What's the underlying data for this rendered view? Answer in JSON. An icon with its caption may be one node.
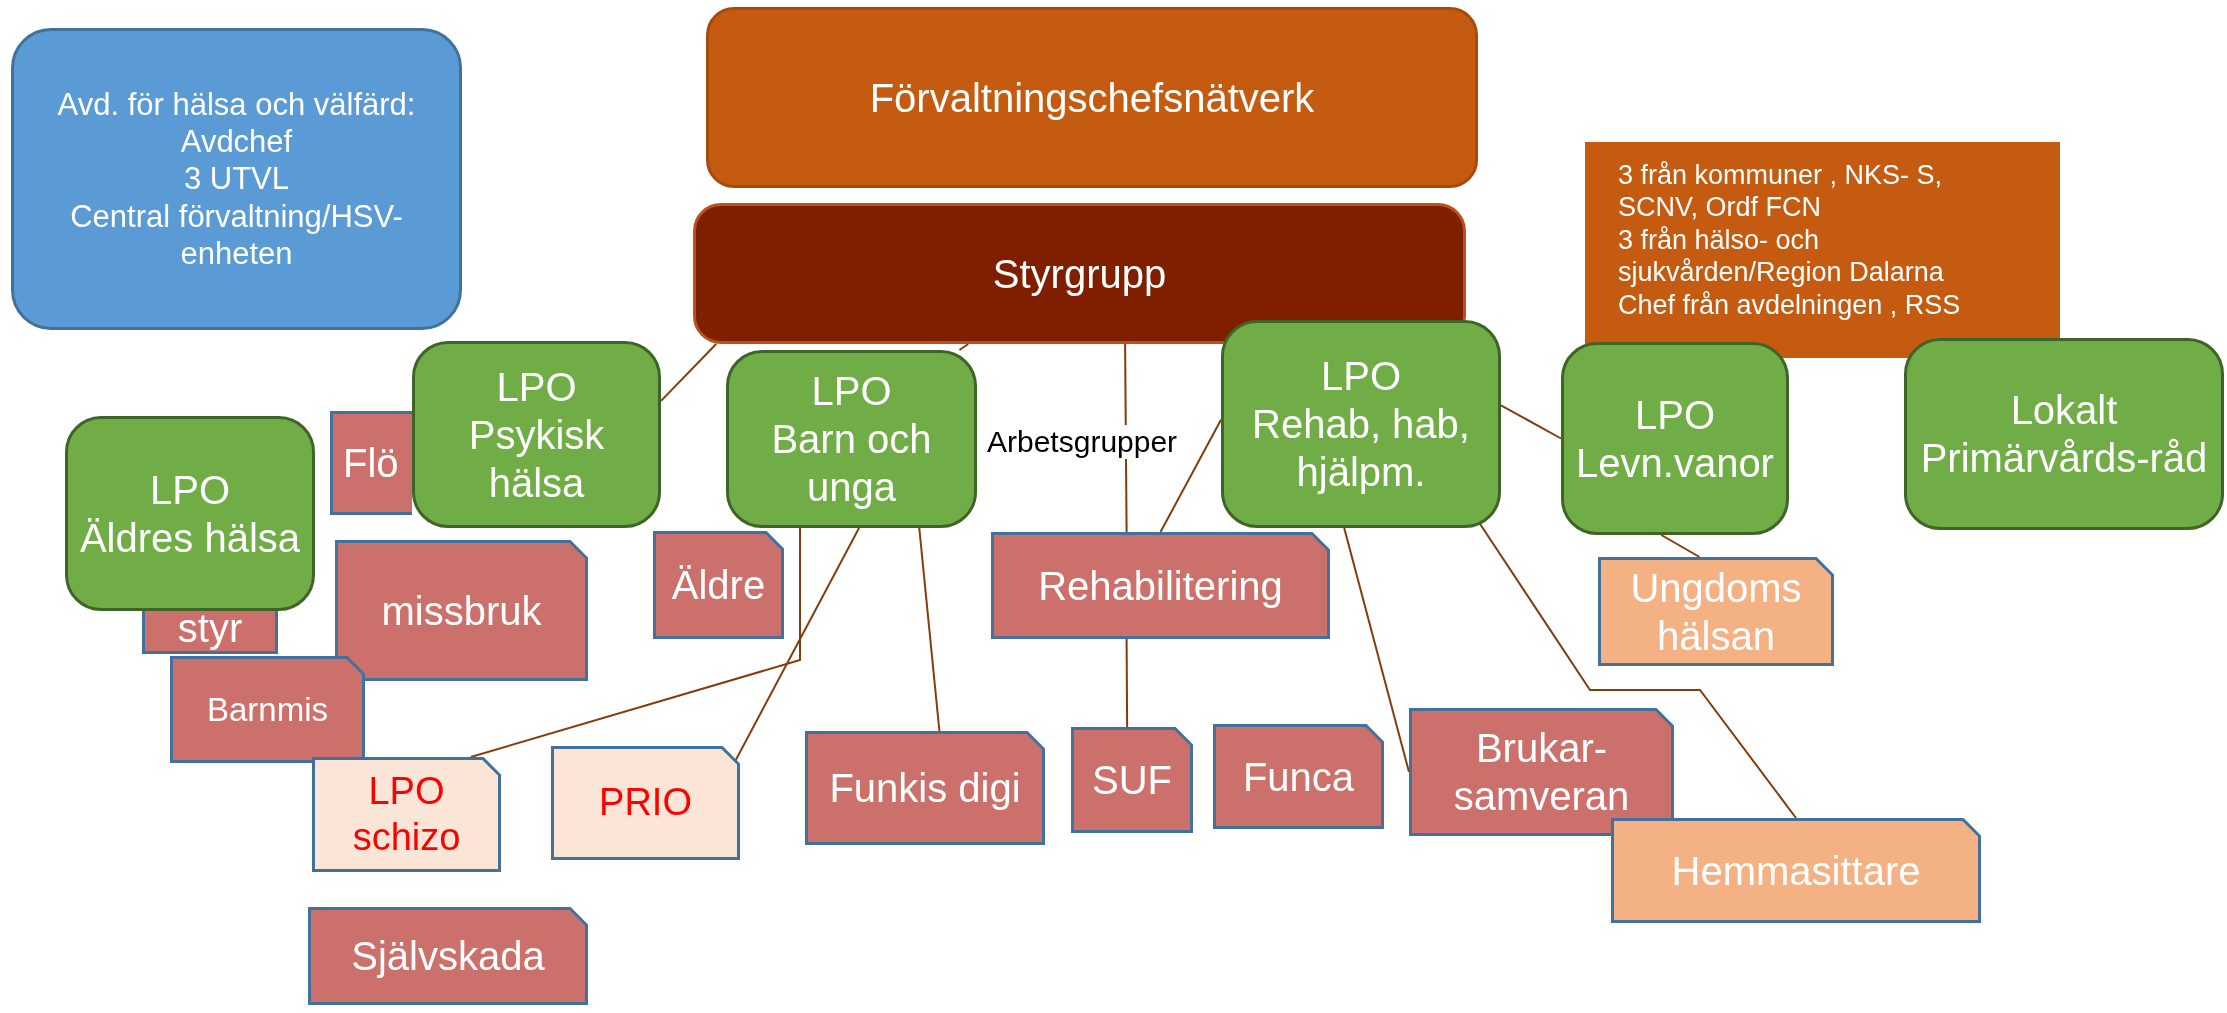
{
  "diagram": {
    "nodes": [
      {
        "text": [
          "Avd. för hälsa och välfärd:",
          "Avdchef",
          "3 UTVL",
          "Central förvaltning/HSV-enheten"
        ]
      },
      {
        "text": [
          "Förvaltningschefsnätverk"
        ]
      },
      {
        "text": [
          "Styrgrupp"
        ]
      },
      {
        "text": [
          "3 från kommuner , NKS- S, SCNV, Ordf FCN",
          "3 från hälso- och sjukvården/Region Dalarna",
          "Chef från avdelningen , RSS"
        ]
      },
      {
        "text": [
          "LPO",
          "Psykisk hälsa"
        ]
      },
      {
        "text": [
          "LPO",
          "Barn och unga"
        ]
      },
      {
        "text": [
          "LPO",
          "Rehab, hab, hjälpm."
        ]
      },
      {
        "text": [
          "LPO",
          "Levn.vanor"
        ]
      },
      {
        "text": [
          "Lokalt Primärvårds-råd"
        ]
      },
      {
        "text": [
          "LPO",
          "Äldres hälsa"
        ]
      },
      {
        "text": [
          "Flö"
        ]
      },
      {
        "text": [
          "styr"
        ]
      },
      {
        "text": [
          "missbruk"
        ]
      },
      {
        "text": [
          "Äldre"
        ]
      },
      {
        "text": [
          "Rehabilitering"
        ]
      },
      {
        "text": [
          "Barnmis"
        ]
      },
      {
        "text": [
          "LPO schizo"
        ]
      },
      {
        "text": [
          "PRIO"
        ]
      },
      {
        "text": [
          "Funkis digi"
        ]
      },
      {
        "text": [
          "SUF"
        ]
      },
      {
        "text": [
          "Funca"
        ]
      },
      {
        "text": [
          "Brukar-samveran"
        ]
      },
      {
        "text": [
          "Hemmasittare"
        ]
      },
      {
        "text": [
          "Ungdoms hälsan"
        ]
      },
      {
        "text": [
          "Självskada"
        ]
      }
    ],
    "edges": [
      {
        "from": 2,
        "to": 4,
        "arrow": "none"
      },
      {
        "from": 2,
        "to": 5,
        "arrow": "none"
      },
      {
        "from": 16,
        "to": 5,
        "arrow": "none"
      },
      {
        "from": 17,
        "to": 5,
        "arrow": "none"
      },
      {
        "from": 18,
        "to": 5,
        "arrow": "none"
      },
      {
        "from": 2,
        "to": 14,
        "arrow": "none"
      },
      {
        "from": 14,
        "to": 19,
        "arrow": "none"
      },
      {
        "from": 14,
        "to": 6,
        "arrow": "none"
      },
      {
        "from": 6,
        "to": 21,
        "arrow": "none"
      },
      {
        "from": 6,
        "to": 22,
        "arrow": "none"
      },
      {
        "from": 6,
        "to": 7,
        "arrow": "none"
      },
      {
        "from": 7,
        "to": 23,
        "arrow": "none"
      }
    ],
    "labels": [
      "Arbetsgrupper"
    ]
  }
}
